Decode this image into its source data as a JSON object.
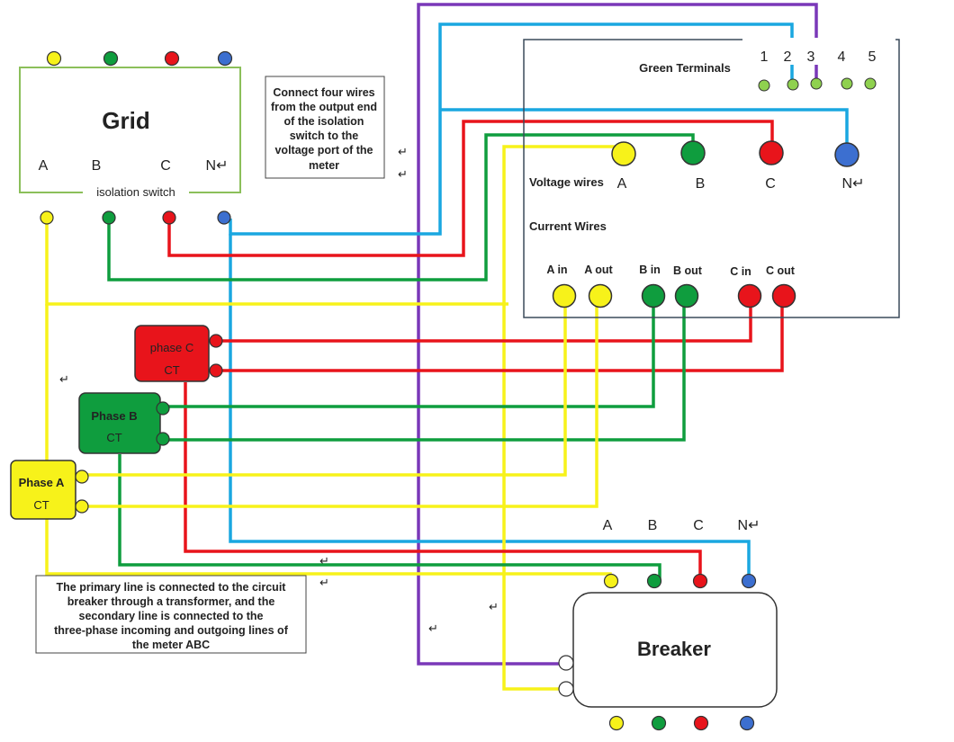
{
  "grid": {
    "title": "Grid",
    "phase_a": "A",
    "phase_b": "B",
    "phase_c": "C",
    "phase_n": "N↵",
    "caption": "isolation switch"
  },
  "note_top": {
    "line1": "Connect four wires",
    "line2": "from the output end",
    "line3": "of the isolation",
    "line4": "switch to the",
    "line5": "voltage port of the",
    "line6": "meter"
  },
  "meter": {
    "terminals_title": "Green Terminals",
    "terminal_1": "1",
    "terminal_2": "2",
    "terminal_3": "3",
    "terminal_4": "4",
    "terminal_5": "5",
    "voltage_label": "Voltage wires",
    "voltage_a": "A",
    "voltage_b": "B",
    "voltage_c": "C",
    "voltage_n": "N↵",
    "current_label": "Current Wires",
    "a_in": "A in",
    "a_out": "A out",
    "b_in": "B in",
    "b_out": "B out",
    "c_in": "C in",
    "c_out": "C out"
  },
  "ct": {
    "phase_c_line1": "phase C",
    "phase_c_line2": "CT",
    "phase_b_line1": "Phase B",
    "phase_b_line2": "CT",
    "phase_a_line1": "Phase A",
    "phase_a_line2": "CT"
  },
  "breaker": {
    "title": "Breaker",
    "phase_a": "A",
    "phase_b": "B",
    "phase_c": "C",
    "phase_n": "N↵"
  },
  "note_bottom": {
    "line1": "The primary line is connected to the circuit",
    "line2": "breaker through a transformer, and the",
    "line3": "secondary line is connected to the",
    "line4": "three-phase incoming and outgoing lines of",
    "line5": "the meter ABC"
  },
  "return_mark": "↵",
  "colors": {
    "yellow": "#f7f21a",
    "green": "#0f9d3e",
    "red": "#e8141b",
    "blue": "#3c6fd0",
    "cyan": "#1aa7e0",
    "purple": "#7a38b8",
    "light_green": "#8fd14f",
    "grid_border": "#8bbf5a"
  }
}
